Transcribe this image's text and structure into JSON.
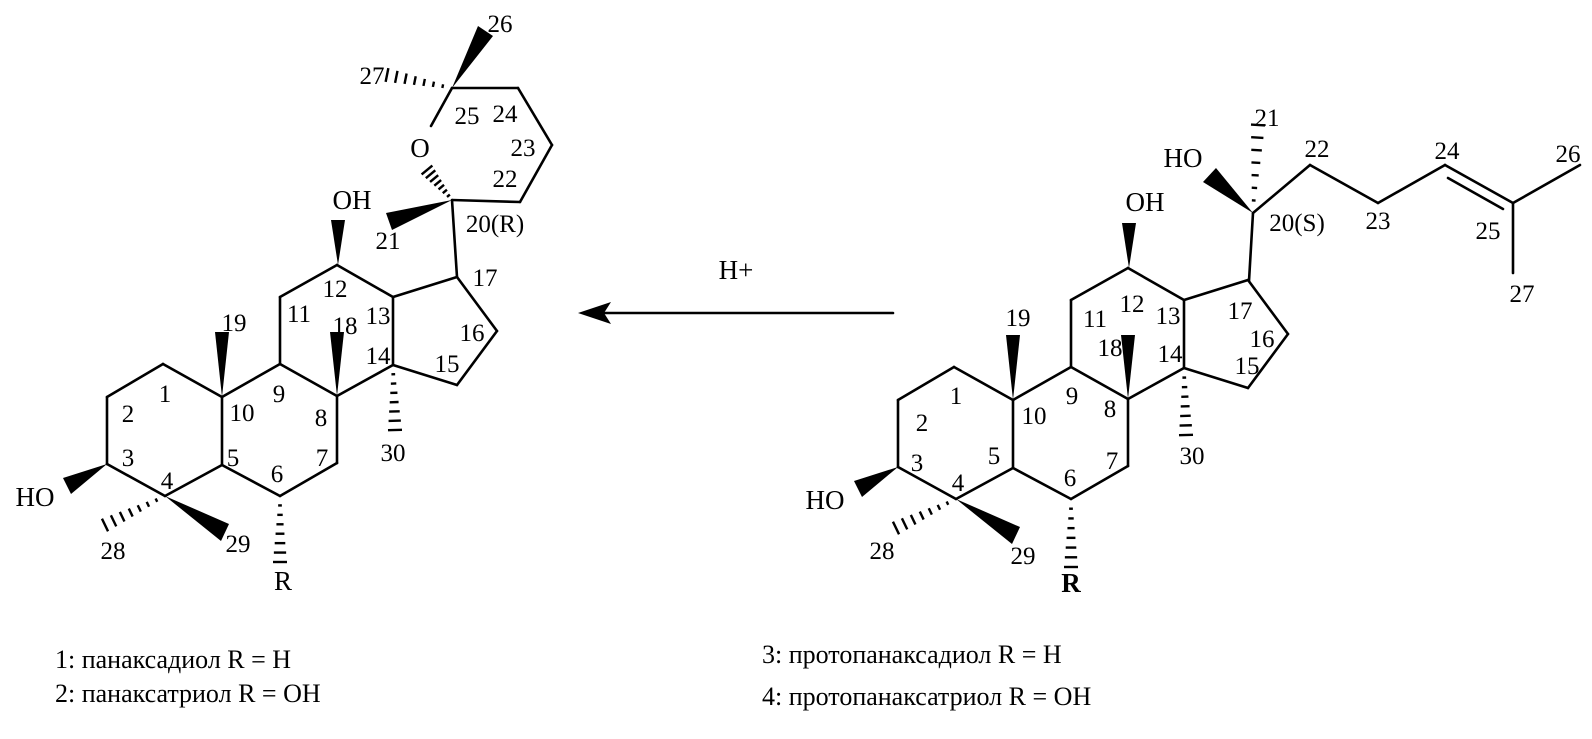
{
  "reaction": {
    "reagent": "H+"
  },
  "left_molecule": {
    "groups": {
      "ho3": "HO",
      "oh12": "OH",
      "o": "O",
      "r": "R"
    },
    "atoms": {
      "c1": "1",
      "c2": "2",
      "c3": "3",
      "c4": "4",
      "c5": "5",
      "c6": "6",
      "c7": "7",
      "c8": "8",
      "c9": "9",
      "c10": "10",
      "c11": "11",
      "c12": "12",
      "c13": "13",
      "c14": "14",
      "c15": "15",
      "c16": "16",
      "c17": "17",
      "c18": "18",
      "c19": "19",
      "c20": "20(R)",
      "c21": "21",
      "c22": "22",
      "c23": "23",
      "c24": "24",
      "c25": "25",
      "c26": "26",
      "c27": "27",
      "c28": "28",
      "c29": "29",
      "c30": "30"
    },
    "captions": [
      "1: панаксадиол R = H",
      "2: панаксатриол R = OH"
    ]
  },
  "right_molecule": {
    "groups": {
      "ho3": "HO",
      "oh12": "OH",
      "ho20": "HO",
      "r": "R"
    },
    "atoms": {
      "c1": "1",
      "c2": "2",
      "c3": "3",
      "c4": "4",
      "c5": "5",
      "c6": "6",
      "c7": "7",
      "c8": "8",
      "c9": "9",
      "c10": "10",
      "c11": "11",
      "c12": "12",
      "c13": "13",
      "c14": "14",
      "c15": "15",
      "c16": "16",
      "c17": "17",
      "c18": "18",
      "c19": "19",
      "c20": "20(S)",
      "c21": "21",
      "c22": "22",
      "c23": "23",
      "c24": "24",
      "c25": "25",
      "c26": "26",
      "c27": "27",
      "c28": "28",
      "c29": "29",
      "c30": "30"
    },
    "captions": [
      "3: протопанаксадиол R = H",
      "4: протопанаксатриол R = OH"
    ]
  }
}
